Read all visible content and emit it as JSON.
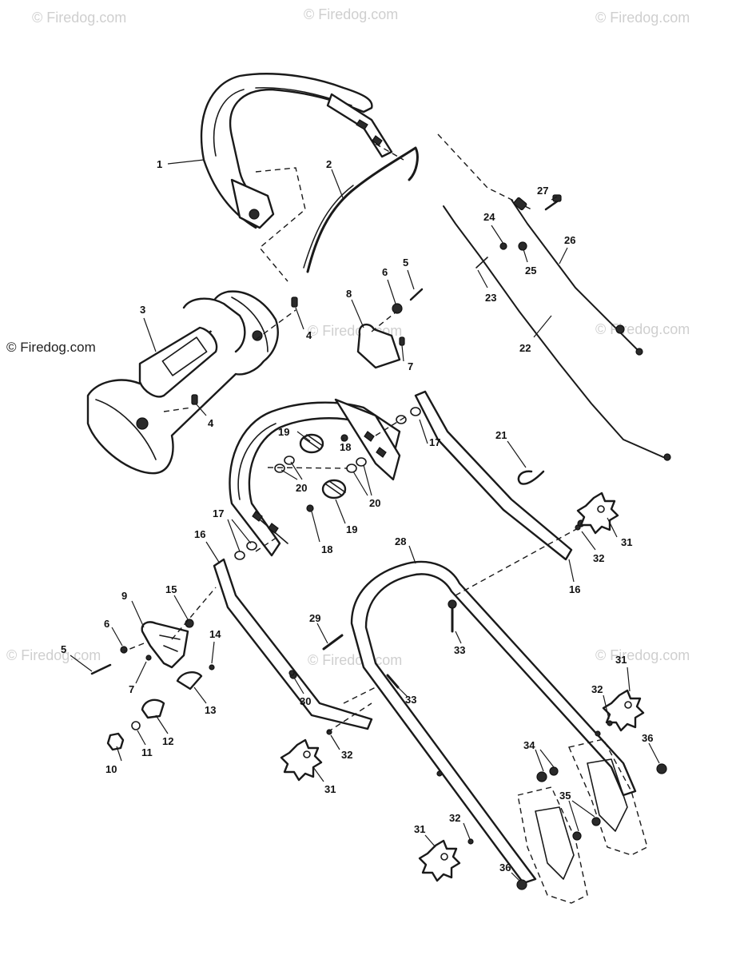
{
  "copyright": "© Firedog.com",
  "watermarks": [
    "© Firedog.com",
    "© Firedog.com",
    "© Firedog.com",
    "© Firedog.com",
    "© Firedog.com",
    "© Firedog.com",
    "© Firedog.com",
    "© Firedog.com"
  ],
  "callouts": {
    "c1": "1",
    "c2": "2",
    "c3": "3",
    "c4a": "4",
    "c4b": "4",
    "c5a": "5",
    "c5b": "5",
    "c6a": "6",
    "c6b": "6",
    "c7a": "7",
    "c7b": "7",
    "c8": "8",
    "c9": "9",
    "c10": "10",
    "c11": "11",
    "c12": "12",
    "c13": "13",
    "c14": "14",
    "c15": "15",
    "c16a": "16",
    "c16b": "16",
    "c17a": "17",
    "c17b": "17",
    "c18a": "18",
    "c18b": "18",
    "c19a": "19",
    "c19b": "19",
    "c20a": "20",
    "c20b": "20",
    "c21": "21",
    "c22": "22",
    "c23": "23",
    "c24": "24",
    "c25": "25",
    "c26": "26",
    "c27": "27",
    "c28": "28",
    "c29": "29",
    "c30": "30",
    "c31a": "31",
    "c31b": "31",
    "c31c": "31",
    "c31d": "31",
    "c32a": "32",
    "c32b": "32",
    "c32c": "32",
    "c32d": "32",
    "c33a": "33",
    "c33b": "33",
    "c34": "34",
    "c35": "35",
    "c36a": "36",
    "c36b": "36"
  }
}
